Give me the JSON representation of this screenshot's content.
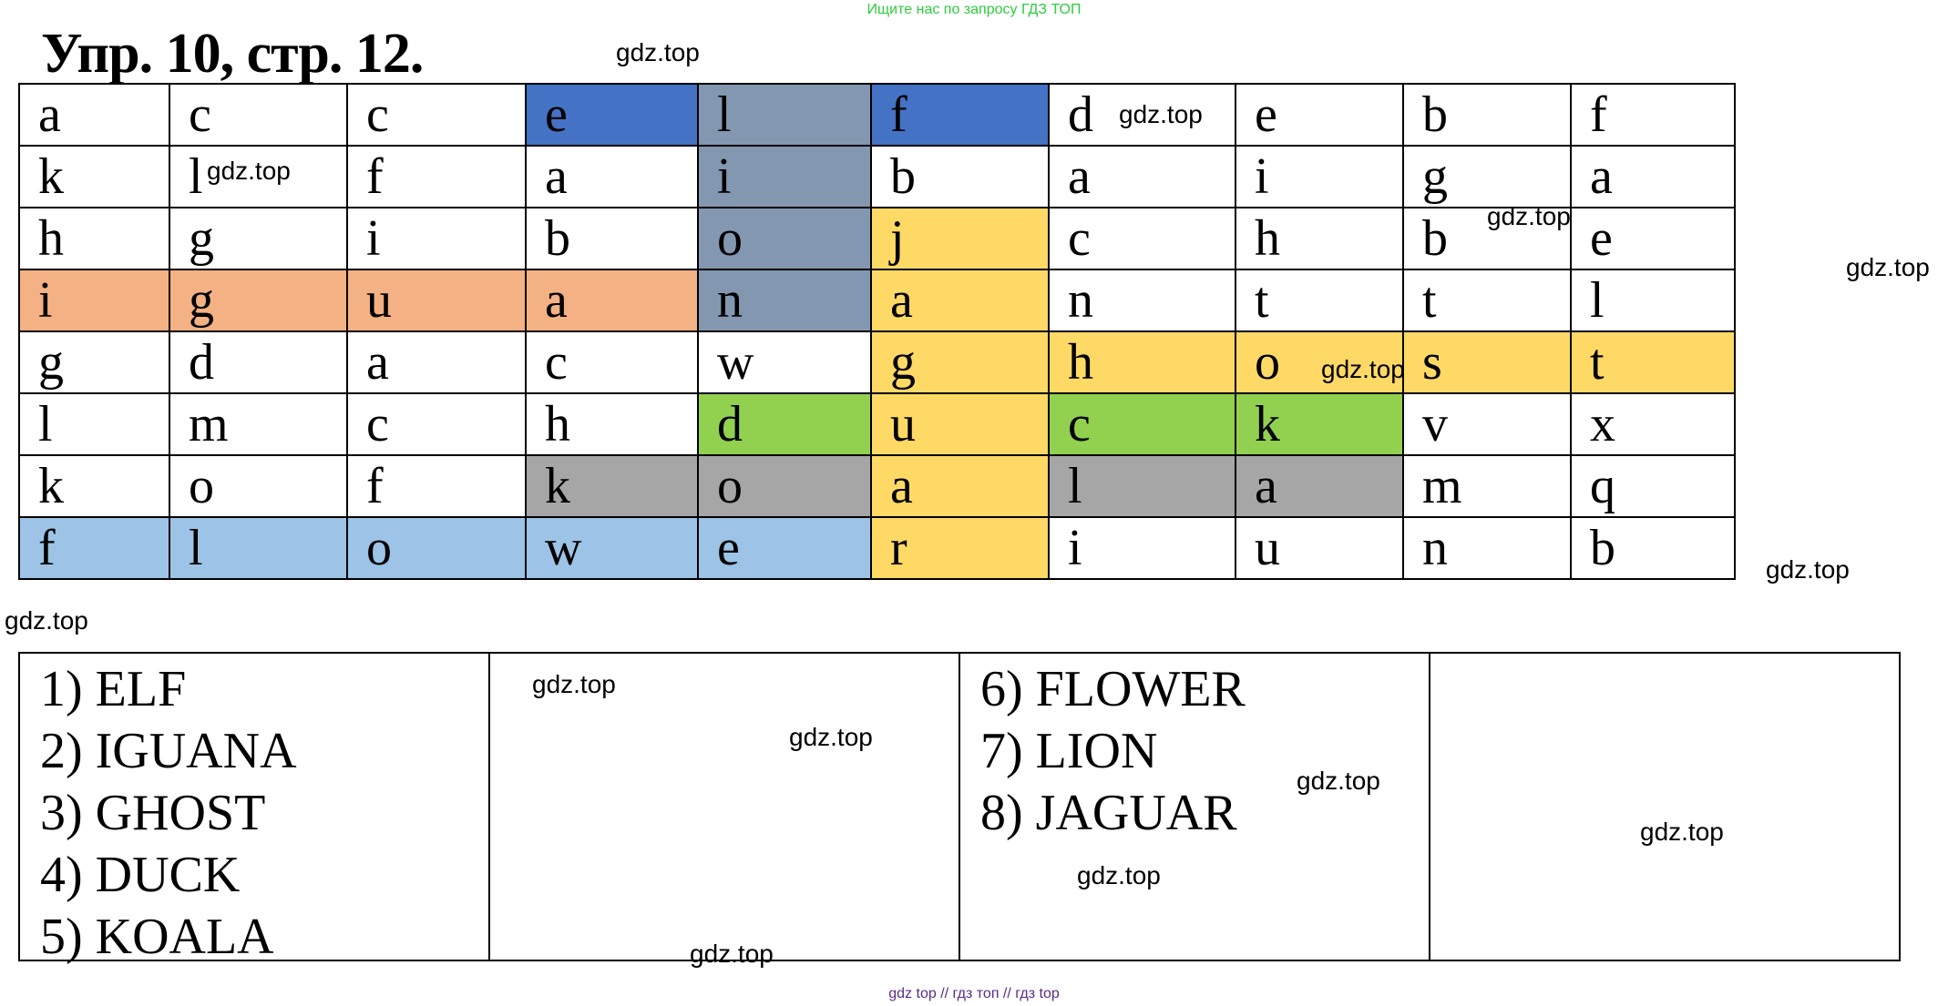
{
  "banner": "Ищите нас по запросу ГДЗ ТОП",
  "title": "Упр. 10, стр. 12.",
  "grid": [
    [
      "a",
      "c",
      "c",
      "e",
      "l",
      "f",
      "d",
      "e",
      "b",
      "f"
    ],
    [
      "k",
      "l",
      "f",
      "a",
      "i",
      "b",
      "a",
      "i",
      "g",
      "a"
    ],
    [
      "h",
      "g",
      "i",
      "b",
      "o",
      "j",
      "c",
      "h",
      "b",
      "e"
    ],
    [
      "i",
      "g",
      "u",
      "a",
      "n",
      "a",
      "n",
      "t",
      "t",
      "l"
    ],
    [
      "g",
      "d",
      "a",
      "c",
      "w",
      "g",
      "h",
      "o",
      "s",
      "t"
    ],
    [
      "l",
      "m",
      "c",
      "h",
      "d",
      "u",
      "c",
      "k",
      "v",
      "x"
    ],
    [
      "k",
      "o",
      "f",
      "k",
      "o",
      "a",
      "l",
      "a",
      "m",
      "q"
    ],
    [
      "f",
      "l",
      "o",
      "w",
      "e",
      "r",
      "i",
      "u",
      "n",
      "b"
    ]
  ],
  "highlight_colors": {
    "elf": "#4472c4",
    "lion": "#8497b0",
    "iguana": "#f4b183",
    "jaguar": "#ffd966",
    "duck": "#92d050",
    "koala": "#a6a6a6",
    "flower": "#9dc3e6"
  },
  "answers": {
    "col1": [
      "1) ELF",
      "2) IGUANA",
      "3) GHOST",
      "4) DUCK",
      "5) KOALA"
    ],
    "col3": [
      "6) FLOWER",
      "7) LION",
      "8) JAGUAR"
    ]
  },
  "watermark": "gdz.top",
  "footer": "gdz top  //  гдз топ  //  гдз top"
}
